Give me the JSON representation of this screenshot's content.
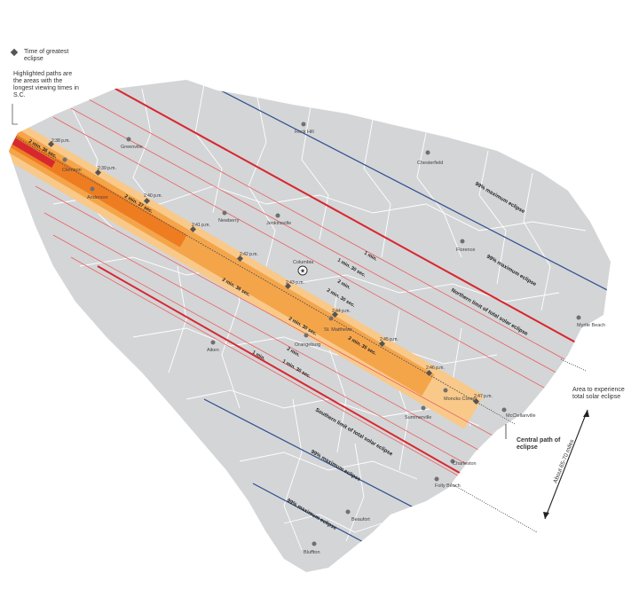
{
  "legend": {
    "marker_label": "Time of greatest eclipse",
    "highlight_note": "Highlighted paths are the areas with the longest viewing times in S.C."
  },
  "annotations": {
    "totality_area": "Area to experience total solar eclipse",
    "central_path": "Central path of eclipse",
    "width": "About 65-70 miles"
  },
  "limit_labels": {
    "northern": "Northern limit of total solar eclipse",
    "southern": "Southern limit of total solar eclipse",
    "max99_north_1": "99% maximum eclipse",
    "max99_north_2": "99% maximum eclipse",
    "max99_south_1": "99% maximum eclipse",
    "max99_south_2": "99% maximum eclipse"
  },
  "durations": {
    "d1": "1 min.",
    "d2": "1 min. 30 sec.",
    "d3": "2 min.",
    "d4": "2 min. 30 sec.",
    "d5": "2 min. 36 sec.",
    "d6": "2 min. 37 sec.",
    "d7": "2 min. 35 sec.",
    "d8": "2 min. 30 sec.",
    "d9": "2 min.",
    "d10": "1 min. 30 sec.",
    "d11": "1 min.",
    "d12": "2 min. 36 sec."
  },
  "times": {
    "t1": "2:38 p.m.",
    "t2": "2:39 p.m.",
    "t3": "2:40 p.m.",
    "t4": "2:41 p.m.",
    "t5": "2:42 p.m.",
    "t6": "2:43 p.m.",
    "t7": "2:44 p.m.",
    "t8": "2:45 p.m.",
    "t9": "2:46 p.m.",
    "t10": "2:47 p.m."
  },
  "cities": {
    "rock_hill": "Rock Hill",
    "greenville": "Greenville",
    "chesterfield": "Chesterfield",
    "clemson": "Clemson",
    "anderson": "Anderson",
    "newberry": "Newberry",
    "jenkinsville": "Jenkinsville",
    "columbia": "Columbia",
    "florence": "Florence",
    "myrtle_beach": "Myrtle Beach",
    "st_matthews": "St. Matthews",
    "orangeburg": "Orangeburg",
    "aiken": "Aiken",
    "moncks_corner": "Moncks Corner",
    "mcclellanville": "McClellanville",
    "summerville": "Summerville",
    "charleston": "Charleston",
    "folly_beach": "Folly Beach",
    "beaufort": "Beaufort",
    "bluffton": "Bluffton"
  },
  "colors": {
    "state_fill": "#d4d5d7",
    "county_line": "#ffffff",
    "limit_red": "#d7282f",
    "contour_red": "#e96060",
    "max99_blue": "#2b4f8e",
    "band_outer": "#f9c98a",
    "band_mid": "#f4a54a",
    "band_inner": "#ee7d22",
    "band_core": "#d7282f",
    "marker": "#555555"
  }
}
